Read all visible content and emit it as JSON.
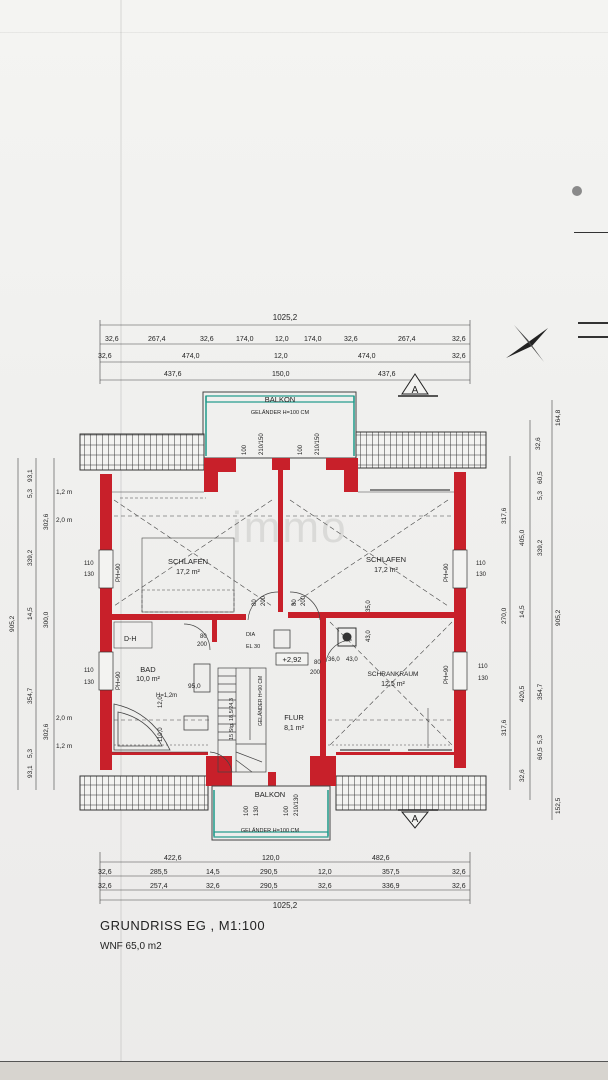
{
  "title": "GRUNDRISS EG , M1:100",
  "wnf": "WNF 65,0 m2",
  "watermark": "immo",
  "rooms": {
    "balkon_top": "BALKON",
    "gelaender_top": "GELÄNDER H=100 CM",
    "schlafen_left_name": "SCHLAFEN",
    "schlafen_left_area": "17,2 m²",
    "schlafen_right_name": "SCHLAFEN",
    "schlafen_right_area": "17,2 m²",
    "bad_name": "BAD",
    "bad_area": "10,0 m²",
    "schrank_name": "SCHRANKRAUM",
    "schrank_area": "12,5 m²",
    "flur_name": "FLUR",
    "flur_area": "8,1 m²",
    "balkon_bottom": "BALKON",
    "gelaender_bottom": "GELÄNDER H=100 CM",
    "stair_label": "15 Stg. 18,5/24,3",
    "gelaender_stair": "GELÄNDER H=90 CM",
    "level": "+2,92",
    "dh": "D-H",
    "h12": "H=1,2m"
  },
  "dims_top": {
    "total": "1025,2",
    "row1": [
      "32,6",
      "267,4",
      "32,6",
      "174,0",
      "12,0",
      "174,0",
      "32,6",
      "267,4",
      "32,6"
    ],
    "row2": [
      "32,6",
      "474,0",
      "12,0",
      "474,0",
      "32,6"
    ],
    "row3": [
      "437,6",
      "150,0",
      "437,6"
    ]
  },
  "dims_bottom": {
    "row1": [
      "422,6",
      "120,0",
      "482,6"
    ],
    "row2": [
      "32,6",
      "285,5",
      "14,5",
      "290,5",
      "12,0",
      "357,5",
      "32,6"
    ],
    "row3": [
      "32,6",
      "257,4",
      "32,6",
      "290,5",
      "32,6",
      "336,9",
      "32,6"
    ],
    "total": "1025,2"
  },
  "dims_left": [
    "93,1",
    "5,3",
    "339,2",
    "302,6",
    "14,5",
    "300,0",
    "354,7",
    "302,6",
    "5,3",
    "93,1",
    "905,2"
  ],
  "dims_right": [
    "164,8",
    "32,6",
    "317,6",
    "405,0",
    "339,2",
    "60,5",
    "5,3",
    "270,0",
    "14,5",
    "905,2",
    "420,5",
    "354,7",
    "317,6",
    "60,5",
    "5,3",
    "32,6",
    "152,5"
  ],
  "heights": [
    "1,2 m",
    "2,0 m",
    "2,0 m",
    "1,2 m"
  ],
  "door_labels": [
    "80",
    "200",
    "80",
    "200",
    "80",
    "200",
    "80",
    "200",
    "110",
    "130",
    "110",
    "130",
    "110",
    "130",
    "110",
    "130",
    "100",
    "210/150",
    "100",
    "210/150",
    "100",
    "130",
    "100",
    "210/130"
  ],
  "misc": [
    "PH=90",
    "PH=90",
    "PH=90",
    "PH=90",
    "DIA",
    "EL 30",
    "95,0",
    "12,0",
    "110,0",
    "36,0",
    "43,0",
    "43,0",
    "35,0"
  ],
  "section_letter": "A",
  "colors": {
    "wall": "#c8202a",
    "line": "#3a3a3a",
    "window": "#1f9a8a"
  }
}
